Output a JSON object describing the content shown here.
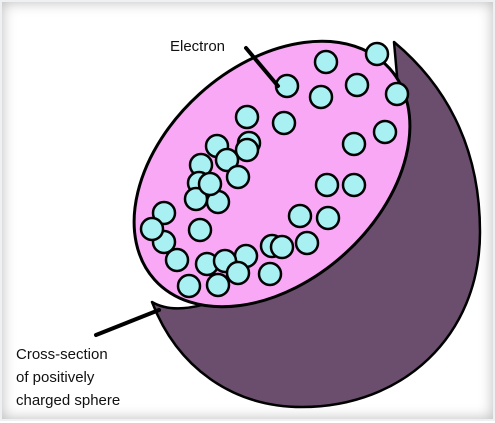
{
  "labels": {
    "electron": "Electron",
    "cross_section_line1": "Cross-section",
    "cross_section_line2": "of positively",
    "cross_section_line3": "charged sphere"
  },
  "colors": {
    "sphere_body": "#6b4e6e",
    "cross_section_face": "#f8a8f4",
    "electron_fill": "#a8f0f2",
    "outline": "#000000"
  },
  "electron_count": 39
}
